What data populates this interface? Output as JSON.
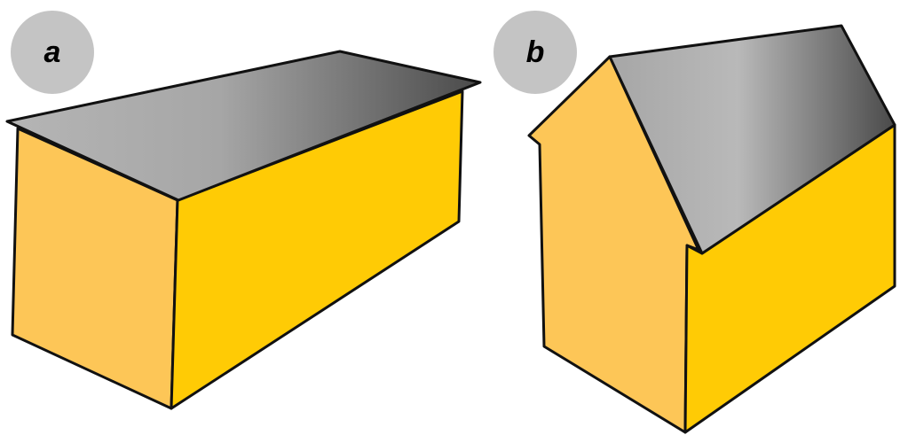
{
  "panels": [
    {
      "id": "a",
      "label": "a",
      "roof_type": "flat-lean"
    },
    {
      "id": "b",
      "label": "b",
      "roof_type": "gable"
    }
  ],
  "colors": {
    "badge_fill": "#c4c4c4",
    "wall_front": "#fdc657",
    "wall_side": "#ffcb05",
    "roof_light": "#b5b5b5",
    "roof_dark": "#4a4a4a",
    "outline": "#111111"
  }
}
